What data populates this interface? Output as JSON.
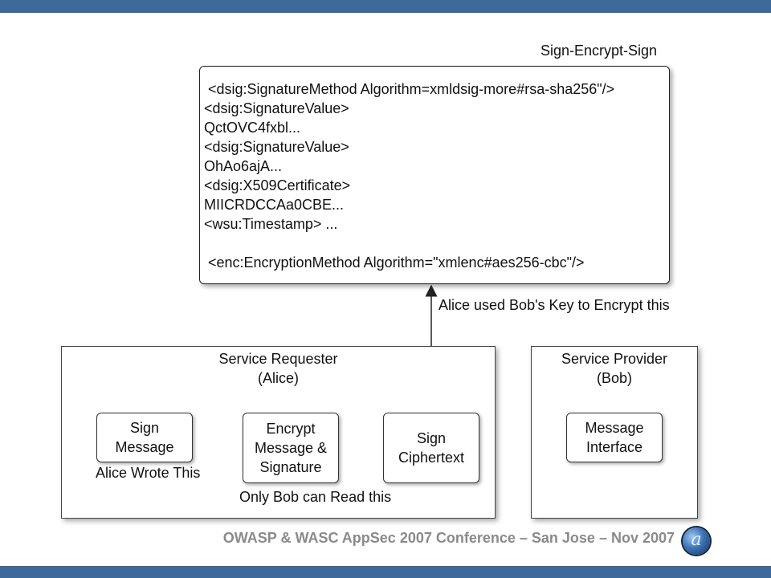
{
  "diagram": {
    "title": "Sign-Encrypt-Sign",
    "xml_lines": [
      "<dsig:SignatureMethod Algorithm=xmldsig-more#rsa-sha256\"/>",
      "<dsig:SignatureValue>",
      "QctOVC4fxbl...",
      "<dsig:SignatureValue>",
      "OhAo6ajA...",
      "<dsig:X509Certificate>",
      "MIICRDCCAa0CBE...",
      "<wsu:Timestamp> ...",
      "<enc:EncryptionMethod Algorithm=\"xmlenc#aes256-cbc\"/>"
    ],
    "arrow_label": "Alice used Bob's Key to Encrypt this",
    "requester": {
      "title": "Service Requester\n(Alice)",
      "nodes": {
        "sign_message": "Sign\nMessage",
        "encrypt": "Encrypt\nMessage &\nSignature",
        "sign_ciphertext": "Sign\nCiphertext"
      },
      "caption_sign": "Alice Wrote This",
      "caption_encrypt": "Only Bob can Read this"
    },
    "provider": {
      "title": "Service Provider\n(Bob)",
      "nodes": {
        "message_interface": "Message\nInterface"
      }
    }
  },
  "footer": {
    "text": "OWASP & WASC AppSec 2007 Conference – San Jose – Nov 2007",
    "logo_icon": "owasp-globe-icon"
  },
  "colors": {
    "header_bar": "#3d6a9a",
    "footer_text": "#8a8a8a"
  }
}
